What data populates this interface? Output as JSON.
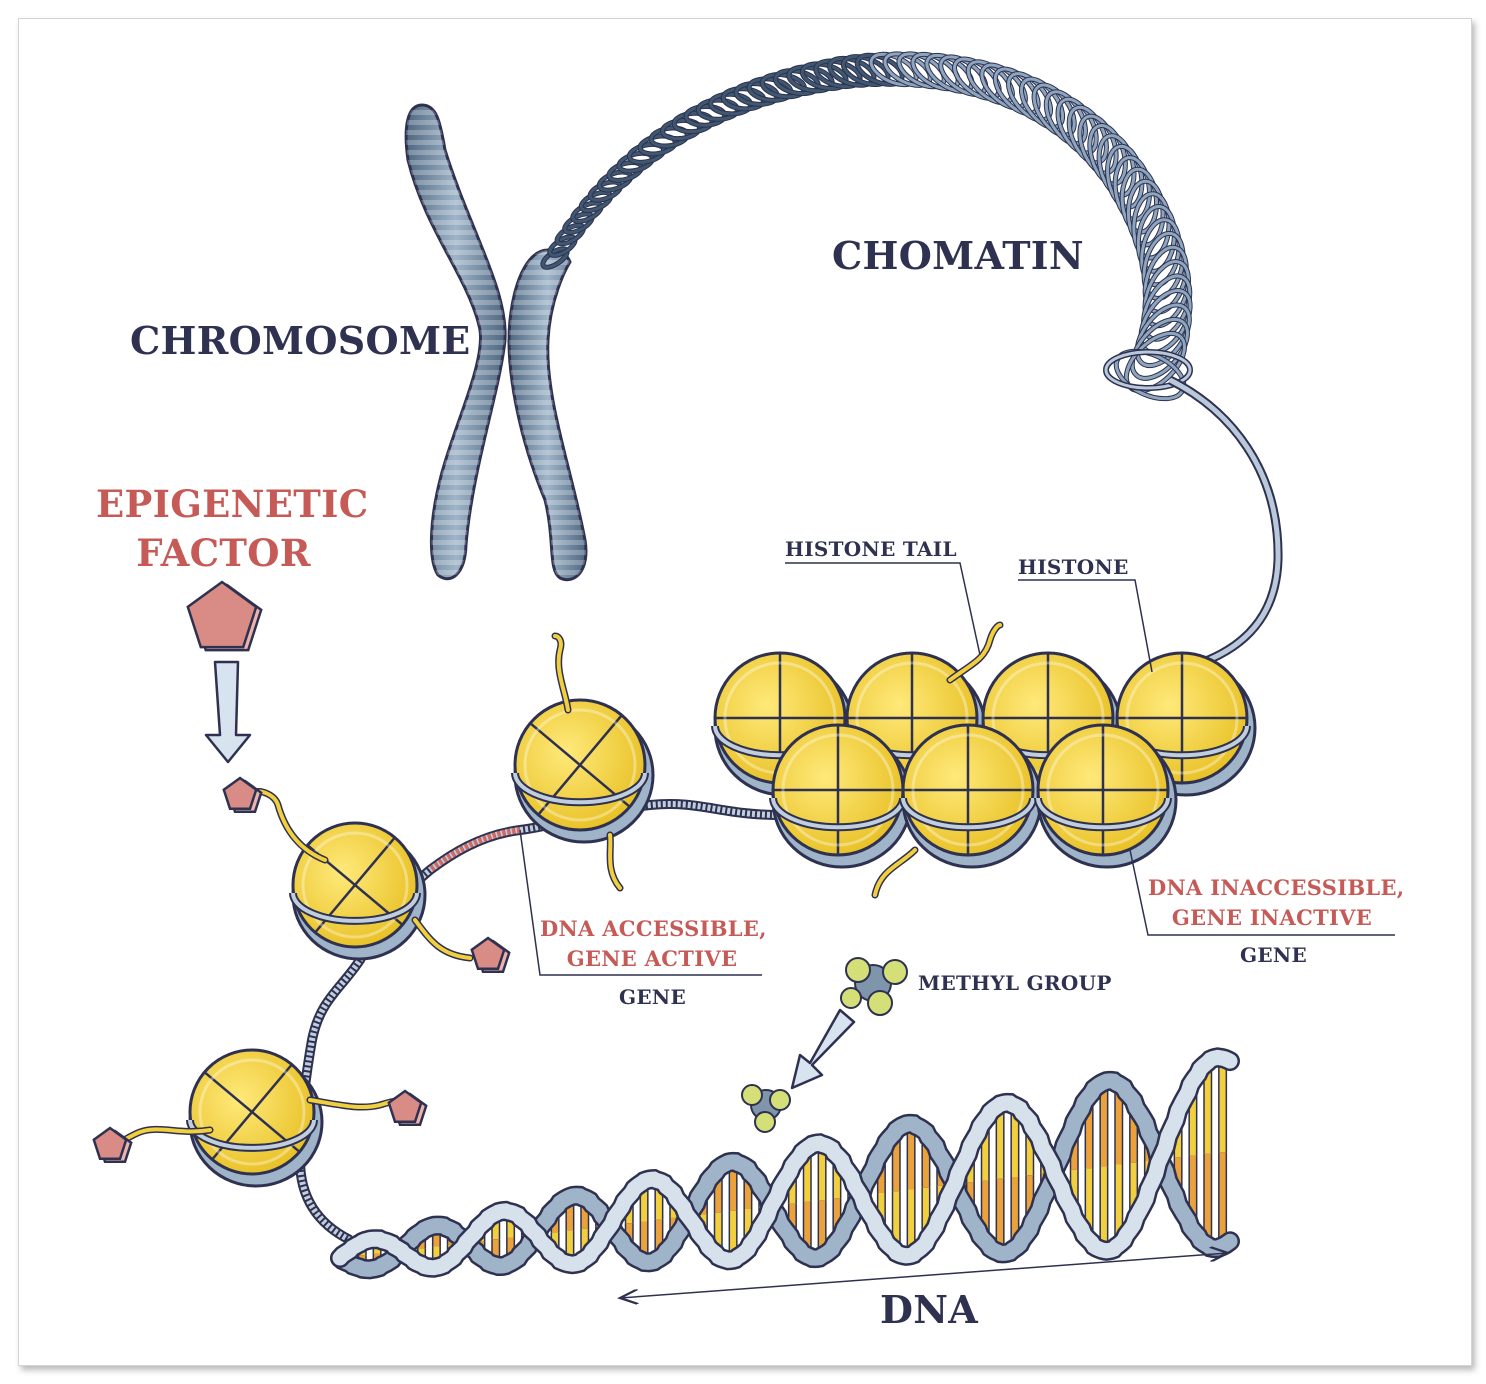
{
  "labels": {
    "chromosome": "CHROMOSOME",
    "chromatin": "CHOMATIN",
    "epigenetic_factor_line1": "EPIGENETIC",
    "epigenetic_factor_line2": "FACTOR",
    "histone_tail": "HISTONE TAIL",
    "histone": "HISTONE",
    "dna_accessible_line1": "DNA ACCESSIBLE,",
    "dna_accessible_line2": "GENE ACTIVE",
    "gene_active": "GENE",
    "dna_inaccessible_line1": "DNA INACCESSIBLE,",
    "dna_inaccessible_line2": "GENE INACTIVE",
    "gene_inactive": "GENE",
    "methyl_group": "METHYL GROUP",
    "dna": "DNA"
  },
  "colors": {
    "label_dark": "#2e3150",
    "label_red": "#c55a56",
    "histone_yellow": "#f3d23a",
    "chromosome_blue": "#5f7a92",
    "dna_backbone": "#c4d2e2",
    "base_yellow": "#f2cf3c",
    "base_orange": "#eba23a",
    "factor_pink": "#d98b85",
    "methyl_green": "#c9d86a"
  }
}
